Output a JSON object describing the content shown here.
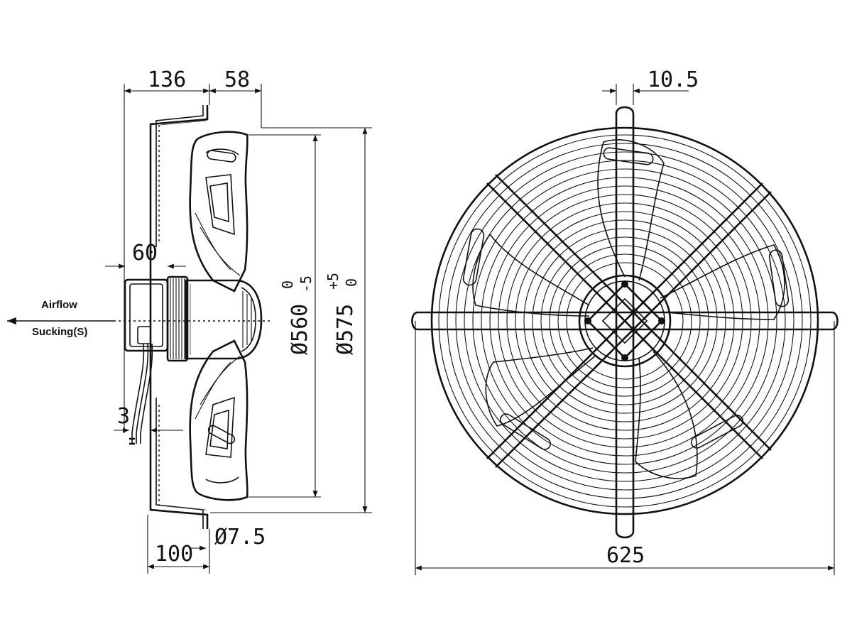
{
  "side_view": {
    "dim_overall_depth": "136",
    "dim_blade_depth": "58",
    "dim_motor_offset": "60",
    "dim_cable_offset": "3",
    "dim_flange_depth": "100",
    "dim_hole": "Ø7.5",
    "dia_blade": {
      "base": "Ø560",
      "upper": "0",
      "lower": "-5"
    },
    "dia_outer": {
      "base": "Ø575",
      "upper": "+5",
      "lower": "0"
    },
    "airflow_label": "Airflow",
    "mode_label": "Sucking(S)"
  },
  "front_view": {
    "dim_guard_rod": "10.5",
    "dim_overall_width": "625"
  },
  "colors": {
    "line": "#111111",
    "background": "#ffffff"
  }
}
